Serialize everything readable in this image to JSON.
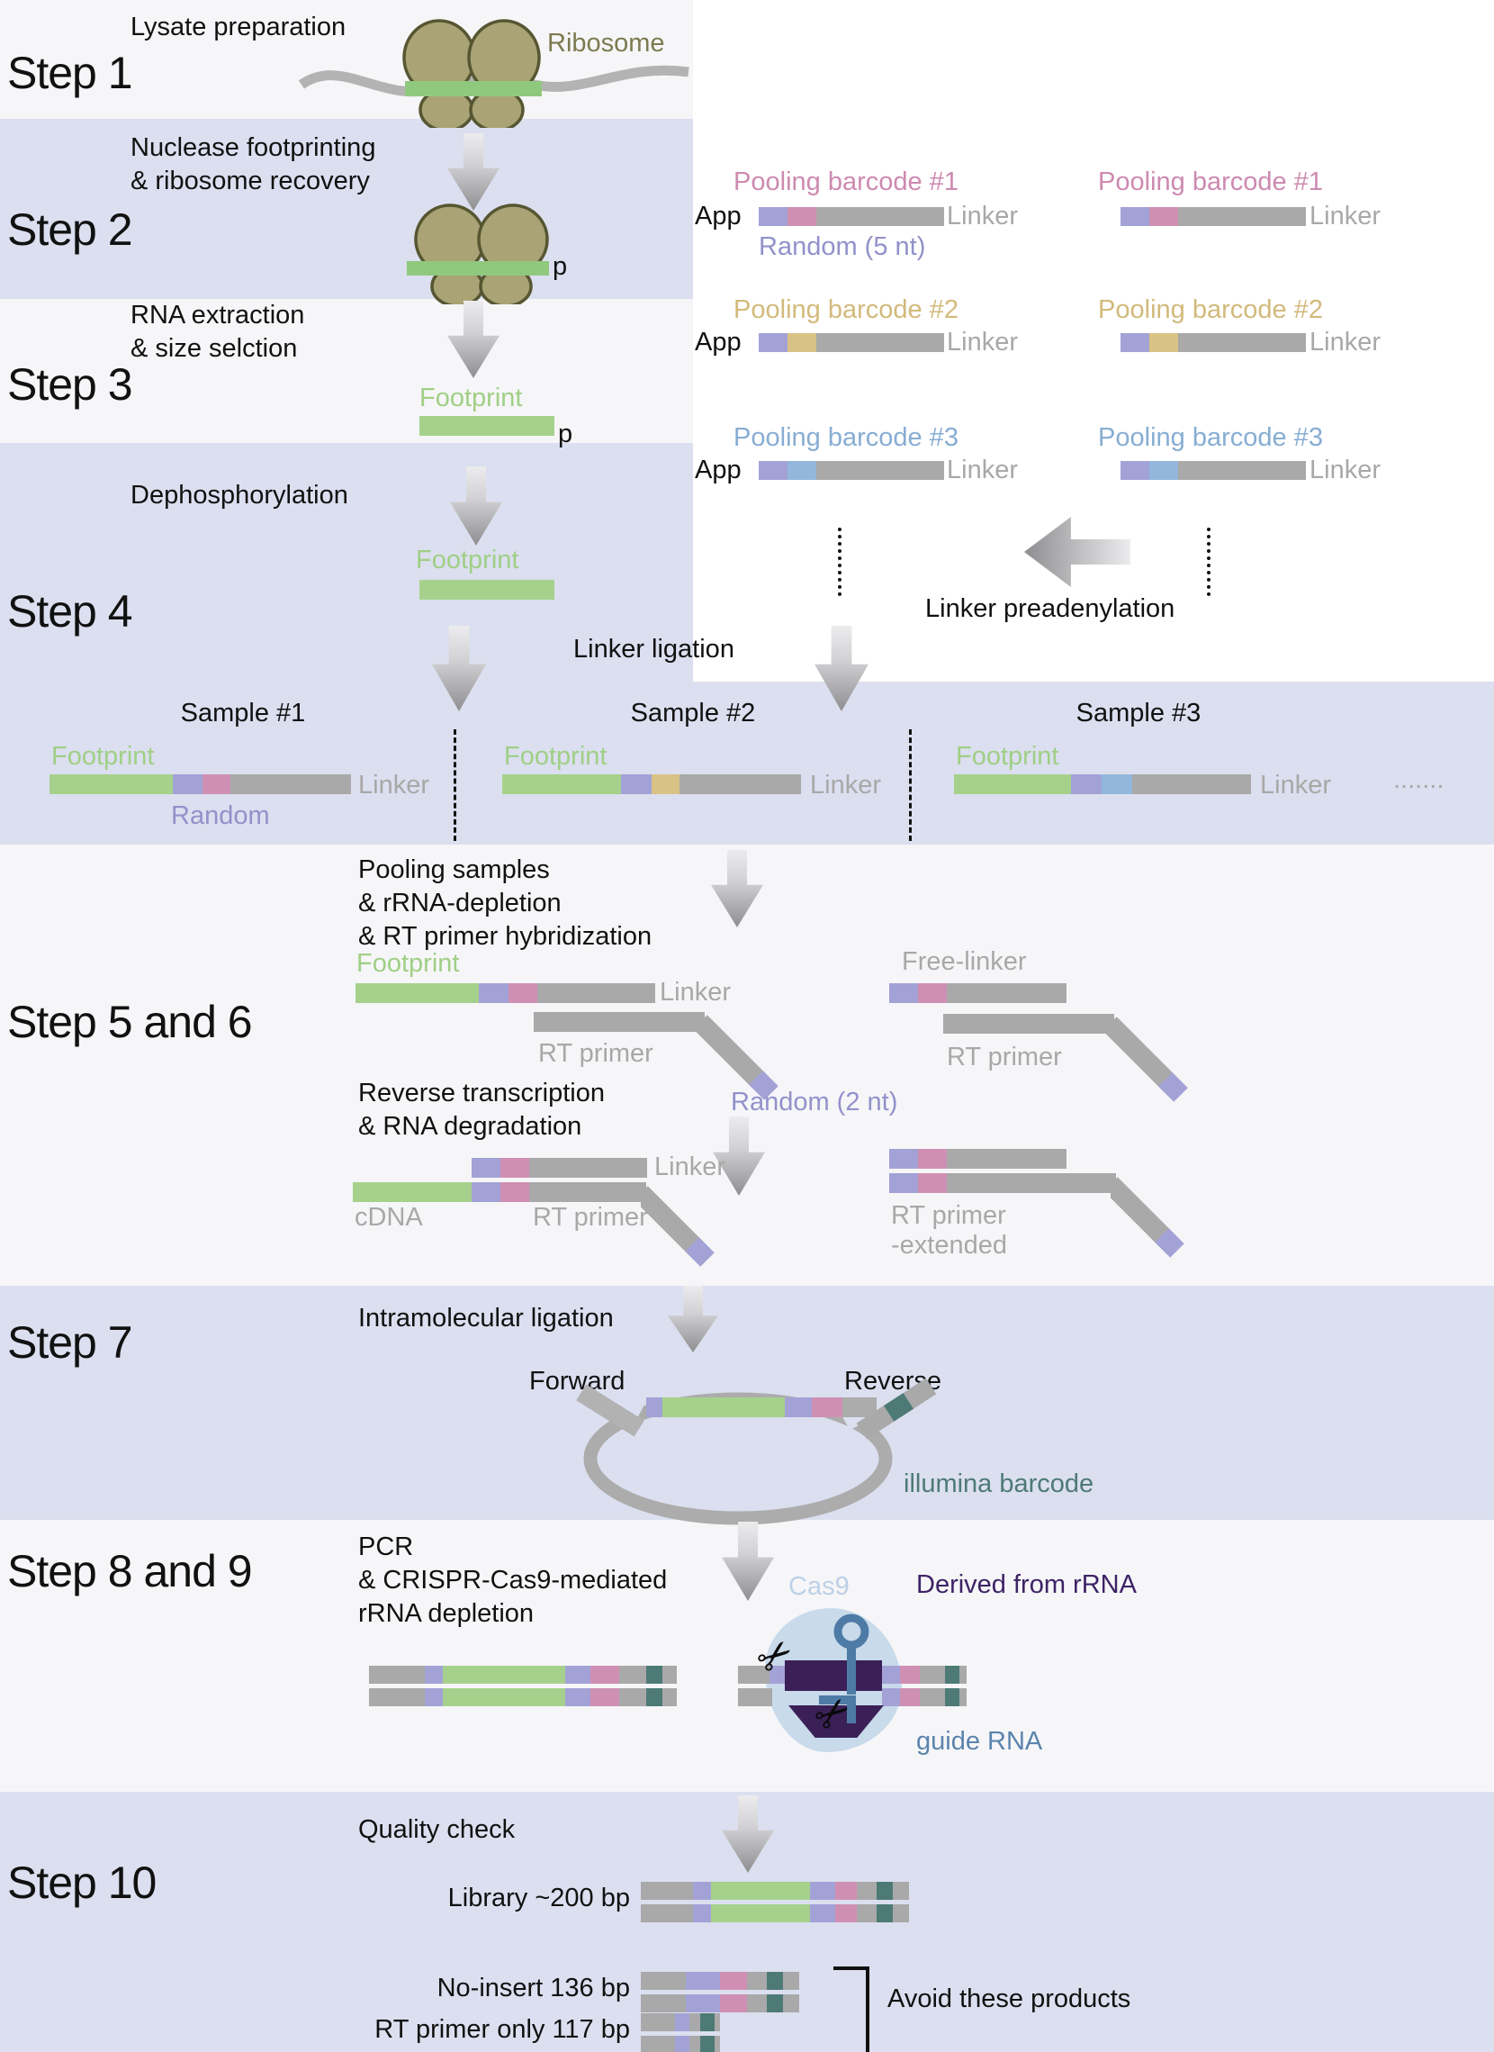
{
  "colors": {
    "band_light": "#f6f6f8",
    "band_lavender": "#dbdfef",
    "panel_white": "#ffffff",
    "footprint_green": "#a6d18c",
    "random_purple": "#a3a2d6",
    "barcode1_pink": "#cf8fb3",
    "barcode2_tan": "#d9c285",
    "barcode3_blue": "#93b7dc",
    "linker_gray": "#a9a9a9",
    "illumina_teal": "#4e7a76",
    "rrna_dark_purple": "#3b2058",
    "guide_rna_blue": "#4e7ba6",
    "cas9_blob_blue": "#c9daeb",
    "ribosome_olive": "#a9a375",
    "text_black": "#111111"
  },
  "s1": {
    "step": "Step 1",
    "process": "Lysate preparation",
    "ribosome": "Ribosome"
  },
  "s2": {
    "step": "Step 2",
    "process": "Nuclease footprinting\n& ribosome recovery",
    "p": "p"
  },
  "s3": {
    "step": "Step 3",
    "process": "RNA extraction\n& size selction",
    "footprint": "Footprint",
    "p": "p",
    "bar": [
      {
        "c": "green",
        "w": 150
      }
    ]
  },
  "s4": {
    "step": "Step 4",
    "process": "Dephosphorylation",
    "footprint": "Footprint",
    "bar": [
      {
        "c": "green",
        "w": 150
      }
    ],
    "ligation": "Linker ligation",
    "samples": [
      {
        "title": "Sample #1",
        "footprint": "Footprint",
        "linker": "Linker",
        "random": "Random",
        "bar": [
          {
            "c": "green",
            "w": 137
          },
          {
            "c": "purple",
            "w": 33
          },
          {
            "c": "pink",
            "w": 31
          },
          {
            "c": "gray",
            "w": 134
          }
        ]
      },
      {
        "title": "Sample #2",
        "footprint": "Footprint",
        "linker": "Linker",
        "bar": [
          {
            "c": "green",
            "w": 132
          },
          {
            "c": "purple",
            "w": 34
          },
          {
            "c": "tan",
            "w": 31
          },
          {
            "c": "gray",
            "w": 135
          }
        ]
      },
      {
        "title": "Sample #3",
        "footprint": "Footprint",
        "linker": "Linker",
        "bar": [
          {
            "c": "green",
            "w": 130
          },
          {
            "c": "purple",
            "w": 34
          },
          {
            "c": "blue",
            "w": 34
          },
          {
            "c": "gray",
            "w": 132
          }
        ]
      }
    ],
    "dots": "......."
  },
  "panel": {
    "preadenylation": "Linker preadenylation",
    "app": "App",
    "linker": "Linker",
    "random5": "Random (5 nt)",
    "rows": [
      {
        "name": "Pooling barcode #1",
        "bar": [
          {
            "c": "purple",
            "w": 32
          },
          {
            "c": "pink",
            "w": 32
          },
          {
            "c": "gray",
            "w": 142
          }
        ]
      },
      {
        "name": "Pooling barcode #2",
        "bar": [
          {
            "c": "purple",
            "w": 32
          },
          {
            "c": "tan",
            "w": 32
          },
          {
            "c": "gray",
            "w": 142
          }
        ]
      },
      {
        "name": "Pooling barcode #3",
        "bar": [
          {
            "c": "purple",
            "w": 32
          },
          {
            "c": "blue",
            "w": 32
          },
          {
            "c": "gray",
            "w": 142
          }
        ]
      }
    ]
  },
  "s56": {
    "step": "Step 5 and 6",
    "process1": "Pooling samples\n& rRNA-depletion\n& RT primer hybridization",
    "footprint": "Footprint",
    "linker": "Linker",
    "rt_primer": "RT primer",
    "random2": "Random (2 nt)",
    "free_linker": "Free-linker",
    "rt_primer2": "RT primer",
    "process2": "Reverse transcription\n& RNA degradation",
    "cdna": "cDNA",
    "linker2": "Linker",
    "rt_primer3": "RT primer",
    "rt_extended": "RT primer\n-extended",
    "pool_bar": [
      {
        "c": "green",
        "w": 137
      },
      {
        "c": "purple",
        "w": 33
      },
      {
        "c": "pink",
        "w": 32
      },
      {
        "c": "gray",
        "w": 131
      }
    ],
    "free_bar": [
      {
        "c": "purple",
        "w": 32
      },
      {
        "c": "pink",
        "w": 32
      },
      {
        "c": "gray",
        "w": 133
      }
    ],
    "linker_top": [
      {
        "c": "purple",
        "w": 32
      },
      {
        "c": "pink",
        "w": 32
      },
      {
        "c": "gray",
        "w": 131
      }
    ],
    "cdna_bar": [
      {
        "c": "green",
        "w": 132
      },
      {
        "c": "purple",
        "w": 32
      },
      {
        "c": "pink",
        "w": 32
      },
      {
        "c": "gray",
        "w": 130
      }
    ],
    "ext_top": [
      {
        "c": "purple",
        "w": 32
      },
      {
        "c": "pink",
        "w": 32
      },
      {
        "c": "gray",
        "w": 133
      }
    ],
    "ext_bot": [
      {
        "c": "purple",
        "w": 32
      },
      {
        "c": "pink",
        "w": 32
      },
      {
        "c": "gray",
        "w": 188
      }
    ]
  },
  "s7": {
    "step": "Step 7",
    "process": "Intramolecular ligation",
    "forward": "Forward",
    "reverse": "Reverse",
    "illumina": "illumina barcode",
    "insert": [
      {
        "c": "purple",
        "w": 18
      },
      {
        "c": "green",
        "w": 136
      },
      {
        "c": "purple",
        "w": 30
      },
      {
        "c": "pink",
        "w": 34
      },
      {
        "c": "ring",
        "w": 38
      }
    ],
    "rev_primer": [
      {
        "c": "gray",
        "w": 36
      },
      {
        "c": "teal",
        "w": 26
      },
      {
        "c": "gray",
        "w": 30
      }
    ]
  },
  "s89": {
    "step": "Step 8 and 9",
    "process": "PCR\n& CRISPR-Cas9-mediated\nrRNA depletion",
    "cas9": "Cas9",
    "derived": "Derived from rRNA",
    "guide": "guide RNA",
    "ds_left": [
      {
        "c": "gray",
        "w": 62
      },
      {
        "c": "purple",
        "w": 20
      },
      {
        "c": "green",
        "w": 136
      },
      {
        "c": "purple",
        "w": 28
      },
      {
        "c": "pink",
        "w": 32
      },
      {
        "c": "gray",
        "w": 30
      },
      {
        "c": "teal",
        "w": 18
      },
      {
        "c": "gray",
        "w": 16
      }
    ],
    "right_top": [
      {
        "c": "gray",
        "w": 35
      },
      {
        "c": "purple",
        "w": 20
      },
      {
        "c": "dark",
        "w": 105
      },
      {
        "c": "purple",
        "w": 20
      },
      {
        "c": "pink",
        "w": 22
      },
      {
        "c": "gray",
        "w": 28
      },
      {
        "c": "teal",
        "w": 16
      },
      {
        "c": "gray",
        "w": 8
      }
    ],
    "right_bot": [
      {
        "c": "gray",
        "w": 38
      },
      {
        "c": "none",
        "w": 122
      },
      {
        "c": "purple",
        "w": 20
      },
      {
        "c": "pink",
        "w": 22
      },
      {
        "c": "gray",
        "w": 28
      },
      {
        "c": "teal",
        "w": 16
      },
      {
        "c": "gray",
        "w": 8
      }
    ]
  },
  "s10": {
    "step": "Step 10",
    "process": "Quality check",
    "avoid": "Avoid these products",
    "rows": [
      {
        "label": "Library ~200 bp",
        "bar": [
          {
            "c": "gray",
            "w": 58
          },
          {
            "c": "purple",
            "w": 20
          },
          {
            "c": "green",
            "w": 110
          },
          {
            "c": "purple",
            "w": 28
          },
          {
            "c": "pink",
            "w": 24
          },
          {
            "c": "gray",
            "w": 22
          },
          {
            "c": "teal",
            "w": 18
          },
          {
            "c": "gray",
            "w": 18
          }
        ]
      },
      {
        "label": "No-insert 136 bp",
        "bar": [
          {
            "c": "gray",
            "w": 50
          },
          {
            "c": "purple",
            "w": 38
          },
          {
            "c": "pink",
            "w": 30
          },
          {
            "c": "gray",
            "w": 22
          },
          {
            "c": "teal",
            "w": 18
          },
          {
            "c": "gray",
            "w": 18
          }
        ]
      },
      {
        "label": "RT primer only 117 bp",
        "bar": [
          {
            "c": "gray",
            "w": 38
          },
          {
            "c": "purple",
            "w": 16
          },
          {
            "c": "gray",
            "w": 12
          },
          {
            "c": "teal",
            "w": 16
          },
          {
            "c": "gray",
            "w": 6
          }
        ]
      }
    ]
  }
}
